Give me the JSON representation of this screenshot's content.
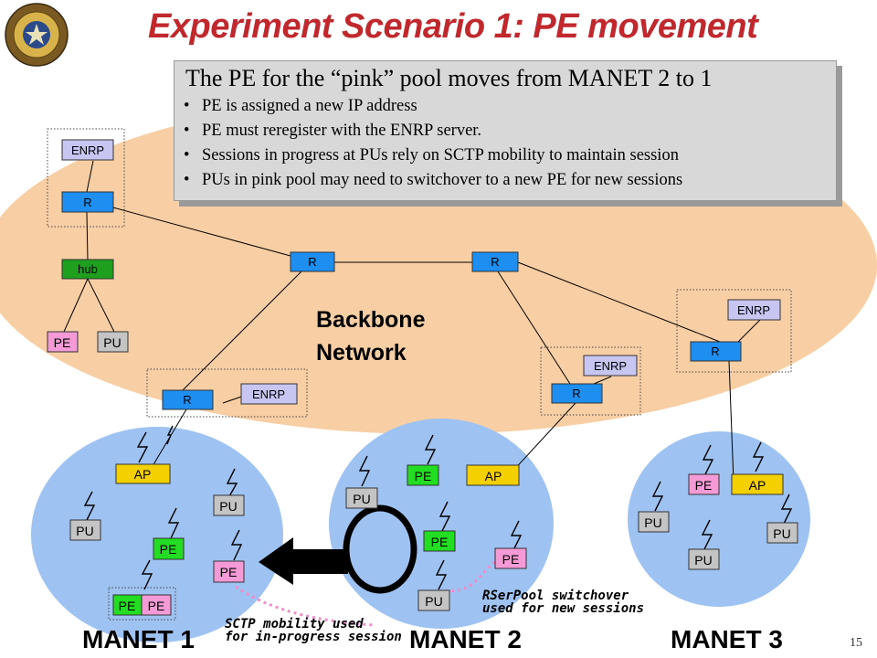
{
  "slide": {
    "title": "Experiment Scenario 1: PE movement",
    "page_number": "15"
  },
  "infobox": {
    "heading": "The PE for the “pink” pool moves from MANET 2 to 1",
    "bullets": [
      "PE is assigned a new IP address",
      "PE must reregister with the ENRP server.",
      "Sessions in progress at PUs rely on SCTP mobility to maintain session",
      "PUs in pink pool may need to switchover to a new PE for new sessions"
    ]
  },
  "labels": {
    "backbone_line1": "Backbone",
    "backbone_line2": "Network",
    "manet1": "MANET 1",
    "manet2": "MANET 2",
    "manet3": "MANET 3",
    "sctp_line1": "SCTP mobility used",
    "sctp_line2": "for in-progress session",
    "rserpool_line1": "RSerPool switchover",
    "rserpool_line2": "used for new sessions"
  },
  "node_text": {
    "enrp": "ENRP",
    "router": "R",
    "hub": "hub",
    "pe": "PE",
    "pu": "PU",
    "ap": "AP"
  },
  "colors": {
    "title": "#c0282e",
    "backbone_fill": "#f8cfa4",
    "manet_fill": "#9ec3f2",
    "router": "#1e8ef0",
    "enrp": "#c7c6f2",
    "hub": "#1ea01e",
    "pe_pink": "#f59ad6",
    "pe_green": "#22dd22",
    "pu_gray": "#c4c4c4",
    "ap_yellow": "#f5d000",
    "dotted_pink": "#f08ccc"
  }
}
